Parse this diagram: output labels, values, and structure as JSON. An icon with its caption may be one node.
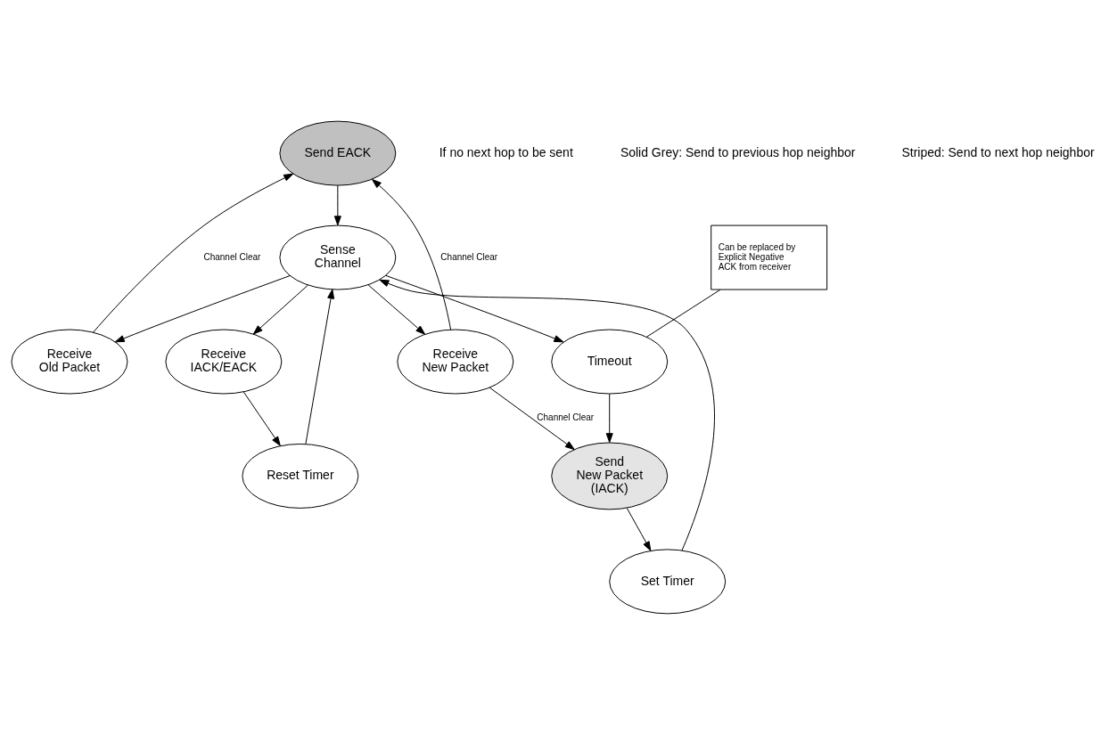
{
  "diagram": {
    "nodes": [
      {
        "text": [
          "Send EACK"
        ]
      },
      {
        "text": [
          "Reset Timer"
        ]
      },
      {
        "text": [
          "Receive IACK/EACK"
        ]
      },
      {
        "text": [
          "Sense Channel"
        ]
      },
      {
        "text": [
          "Receive Old Packet"
        ]
      },
      {
        "text": [
          "Timeout"
        ]
      },
      {
        "text": [
          "Receive New Packet"
        ]
      },
      {
        "text": [
          "Send New Packet (IACK)"
        ]
      },
      {
        "text": [
          "Set Timer"
        ]
      },
      {
        "text": [
          "Can be replaced by Explicit Negative ACK from receiver"
        ]
      }
    ],
    "edges": [
      {
        "from": 6,
        "to": 0,
        "arrow": "to",
        "label": "Channel Clear"
      },
      {
        "from": 4,
        "to": 0,
        "arrow": "to",
        "label": "Channel Clear"
      },
      {
        "from": 2,
        "to": 1,
        "arrow": "to"
      },
      {
        "from": 1,
        "to": 3,
        "arrow": "to"
      },
      {
        "from": 0,
        "to": 3,
        "arrow": "to"
      },
      {
        "from": 3,
        "to": 2,
        "arrow": "to"
      },
      {
        "from": 3,
        "to": 4,
        "arrow": "to"
      },
      {
        "from": 3,
        "to": 6,
        "arrow": "to"
      },
      {
        "from": 3,
        "to": 5,
        "arrow": "to"
      },
      {
        "from": 5,
        "to": 7,
        "arrow": "to"
      },
      {
        "from": 6,
        "to": 7,
        "arrow": "to",
        "label": "Channel Clear"
      },
      {
        "from": 7,
        "to": 8,
        "arrow": "to"
      },
      {
        "from": 8,
        "to": 3,
        "arrow": "to"
      },
      {
        "from": 9,
        "to": 5,
        "arrow": "none"
      }
    ],
    "labels": [
      "If no next hop to be sent",
      "Solid Grey: Send to previous hop neighbor",
      "Striped: Send to next hop neighbor"
    ]
  }
}
